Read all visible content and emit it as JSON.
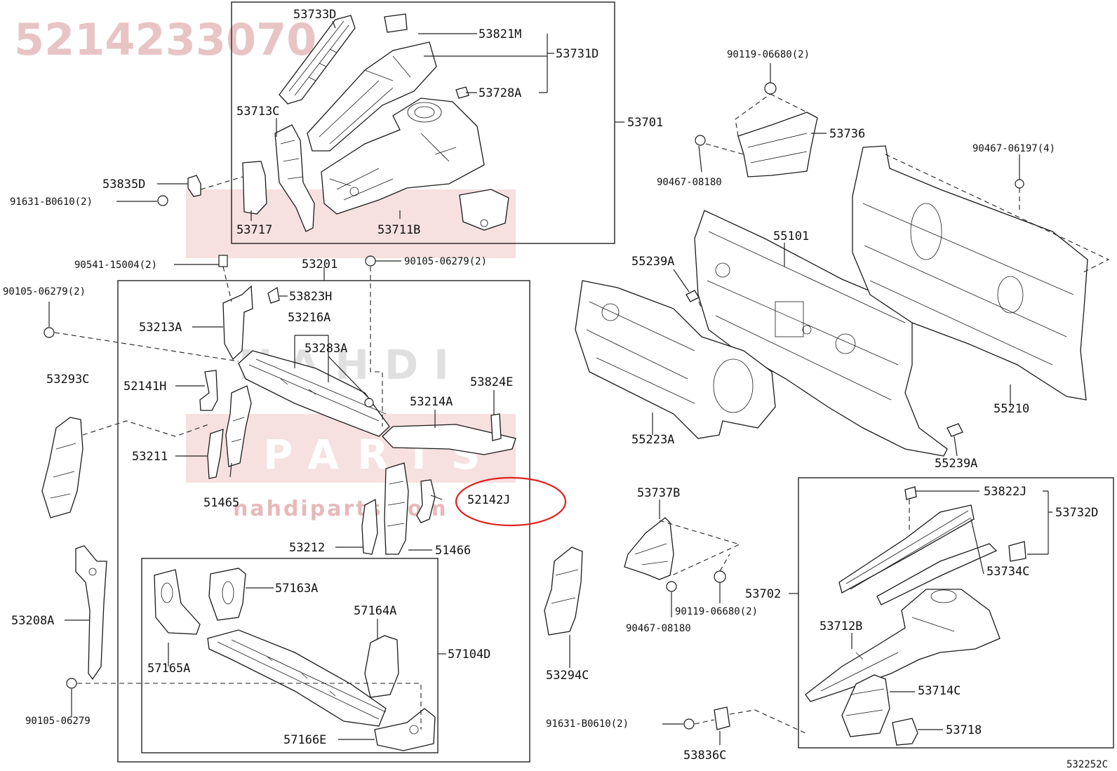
{
  "watermark": {
    "part_number": "5214233070",
    "brand_latin": "NAHDI",
    "brand_sub": "PARTS",
    "site": "nahdiparts.com",
    "color": "#e8b9b9"
  },
  "diagram_code": "532252C",
  "highlight_color": "#e02020",
  "labels": {
    "p53733D": "53733D",
    "p53821M": "53821M",
    "p53731D": "53731D",
    "p53728A": "53728A",
    "p53713C": "53713C",
    "p53701": "53701",
    "p53835D": "53835D",
    "p91631_B0610_top": "91631-B0610(2)",
    "p53717": "53717",
    "p53711B": "53711B",
    "p90541_15004": "90541-15004(2)",
    "p53201": "53201",
    "p90105_06279_2a": "90105-06279(2)",
    "p90105_06279_2b": "90105-06279(2)",
    "p53823H": "53823H",
    "p53213A": "53213A",
    "p53216A": "53216A",
    "p53283A": "53283A",
    "p52141H": "52141H",
    "p53293C": "53293C",
    "p53824E": "53824E",
    "p53214A": "53214A",
    "p53211": "53211",
    "p51465": "51465",
    "p52142J": "52142J",
    "p53212": "53212",
    "p51466": "51466",
    "p53208A": "53208A",
    "p57163A": "57163A",
    "p57164A": "57164A",
    "p57165A": "57165A",
    "p57104D": "57104D",
    "p57166E": "57166E",
    "p90105_06279": "90105-06279",
    "p90119_06680_top": "90119-06680(2)",
    "p53736": "53736",
    "p90467_06197": "90467-06197(4)",
    "p90467_08180_top": "90467-08180",
    "p55101": "55101",
    "p55239A_top": "55239A",
    "p55223A": "55223A",
    "p55210": "55210",
    "p55239A_bot": "55239A",
    "p53737B": "53737B",
    "p53294C": "53294C",
    "p90119_06680_bot": "90119-06680(2)",
    "p90467_08180_bot": "90467-08180",
    "p91631_B0610_bot": "91631-B0610(2)",
    "p53836C": "53836C",
    "p53822J": "53822J",
    "p53732D": "53732D",
    "p53734C": "53734C",
    "p53702": "53702",
    "p53712B": "53712B",
    "p53714C": "53714C",
    "p53718": "53718"
  }
}
